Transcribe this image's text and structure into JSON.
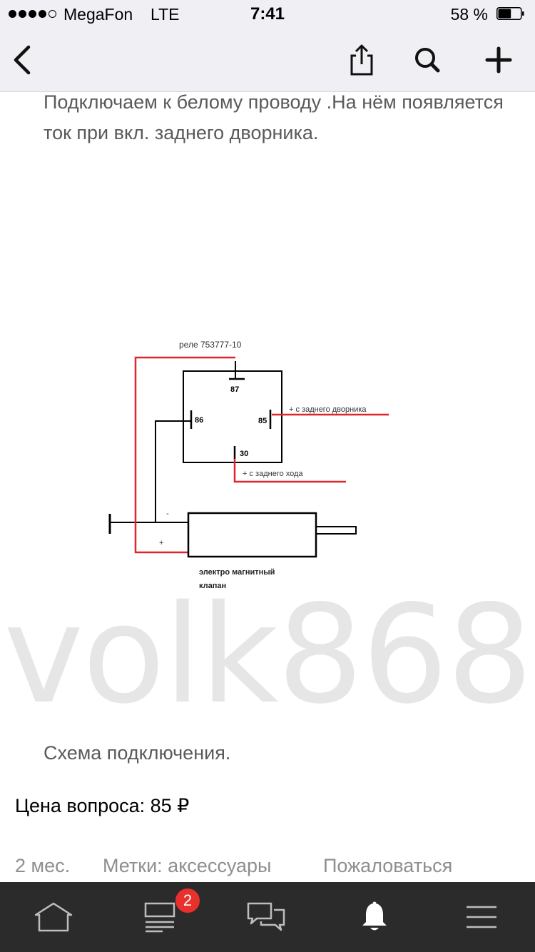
{
  "status_bar": {
    "carrier": "MegaFon",
    "network": "LTE",
    "time": "7:41",
    "battery_percent": "58 %",
    "battery_level": 0.58,
    "signal_bars": 4,
    "signal_total": 5
  },
  "nav": {
    "icons": [
      "back-chevron-icon",
      "share-icon",
      "search-icon",
      "plus-icon"
    ]
  },
  "post": {
    "intro": "Подключаем к белому проводу .На нём появляется ток при вкл. заднего дворника.",
    "caption": "Схема подключения.",
    "price": "Цена вопроса: 85 ₽",
    "date": "2 мес.",
    "tags": "Метки: аксессуары",
    "report": "Пожаловаться"
  },
  "diagram": {
    "title": "реле 753777-10",
    "pin87": "87",
    "pin86": "86",
    "pin85": "85",
    "pin30": "30",
    "wiper_label": "+ с заднего дворника",
    "reverse_label": "+ с заднего хода",
    "minus": "-",
    "plus": "+",
    "valve_line1": "электро магнитный",
    "valve_line2": "клапан",
    "wire_color": "#e0262b"
  },
  "watermark": "volk868",
  "tab_bar": {
    "badge_count": "2",
    "icons": [
      "home-icon",
      "feed-icon",
      "messages-icon",
      "bell-icon",
      "menu-icon"
    ],
    "active_color": "#ffffff",
    "inactive_color": "#bdbdbd"
  }
}
